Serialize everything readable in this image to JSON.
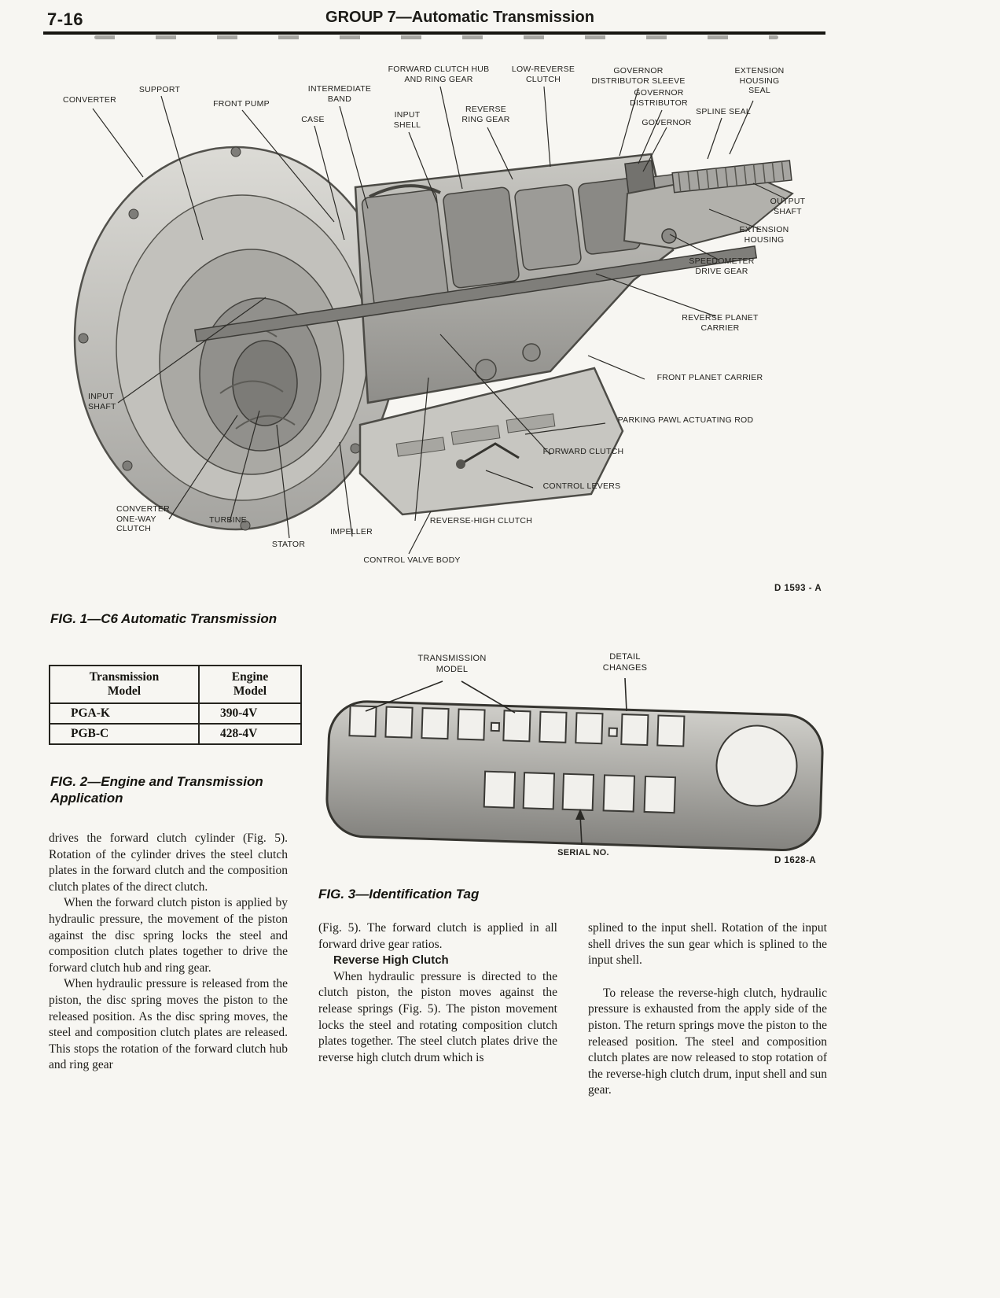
{
  "page": {
    "number": "7-16",
    "title": "GROUP 7—Automatic Transmission"
  },
  "fig1": {
    "caption": "FIG. 1—C6 Automatic Transmission",
    "code": "D 1593 - A",
    "labels": [
      "CONVERTER",
      "SUPPORT",
      "FRONT PUMP",
      "INTERMEDIATE\nBAND",
      "CASE",
      "FORWARD CLUTCH HUB\nAND RING GEAR",
      "INPUT\nSHELL",
      "REVERSE\nRING GEAR",
      "LOW-REVERSE\nCLUTCH",
      "GOVERNOR\nDISTRIBUTOR SLEEVE",
      "GOVERNOR\nDISTRIBUTOR",
      "GOVERNOR",
      "SPLINE SEAL",
      "EXTENSION\nHOUSING\nSEAL",
      "OUTPUT\nSHAFT",
      "EXTENSION\nHOUSING",
      "SPEEDOMETER\nDRIVE GEAR",
      "REVERSE PLANET\nCARRIER",
      "FRONT PLANET CARRIER",
      "PARKING PAWL ACTUATING ROD",
      "FORWARD CLUTCH",
      "CONTROL LEVERS",
      "REVERSE-HIGH CLUTCH",
      "CONTROL VALVE BODY",
      "IMPELLER",
      "STATOR",
      "TURBINE",
      "CONVERTER\nONE-WAY\nCLUTCH",
      "INPUT\nSHAFT"
    ]
  },
  "fig2": {
    "caption": "FIG. 2—Engine and Transmission\nApplication",
    "table": {
      "headers": [
        "Transmission\nModel",
        "Engine\nModel"
      ],
      "rows": [
        [
          "PGA-K",
          "390-4V"
        ],
        [
          "PGB-C",
          "428-4V"
        ]
      ]
    }
  },
  "fig3": {
    "caption": "FIG. 3—Identification Tag",
    "code": "D 1628-A",
    "labels": {
      "transmission_model": "TRANSMISSION\nMODEL",
      "detail_changes": "DETAIL\nCHANGES",
      "serial_no": "SERIAL NO."
    }
  },
  "body": {
    "col1": {
      "p1": "drives the forward clutch cylinder (Fig. 5). Rotation of the cylinder drives the steel clutch plates in the forward clutch and the composition clutch plates of the direct clutch.",
      "p2": "When the forward clutch piston is applied by hydraulic pressure, the movement of the piston against the disc spring locks the steel and composition clutch plates together to drive the forward clutch hub and ring gear.",
      "p3": "When hydraulic pressure is released from the piston, the disc spring moves the piston to the released position. As the disc spring moves, the steel and composition clutch plates are released. This stops the rotation of the forward clutch hub and ring gear"
    },
    "col2": {
      "p1": "(Fig. 5). The forward clutch is applied in all forward drive gear ratios.",
      "heading": "Reverse High Clutch",
      "p2": "When hydraulic pressure is directed to the clutch piston, the piston moves against the release springs (Fig. 5). The piston movement locks the steel and rotating composition clutch plates together. The steel clutch plates drive the reverse high clutch drum which is"
    },
    "col3": {
      "p1": "splined to the input shell. Rotation of the input shell drives the sun gear which is splined to the input shell.",
      "p2": "To release the reverse-high clutch, hydraulic pressure is exhausted from the apply side of the piston. The return springs move the piston to the released position. The steel and composition clutch plates are now released to stop rotation of the reverse-high clutch drum, input shell and sun gear."
    }
  }
}
